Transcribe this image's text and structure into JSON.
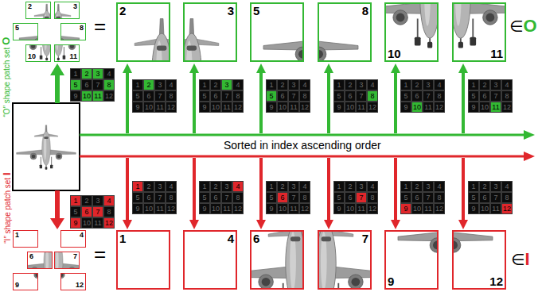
{
  "diagram": {
    "nodes": [
      {
        "text": [
          "2"
        ]
      },
      {
        "text": [
          "3"
        ]
      },
      {
        "text": [
          "5"
        ]
      },
      {
        "text": [
          "8"
        ]
      },
      {
        "text": [
          "10"
        ]
      },
      {
        "text": [
          "11"
        ]
      },
      {
        "text": [
          "2"
        ]
      },
      {
        "text": [
          "3"
        ]
      },
      {
        "text": [
          "5"
        ]
      },
      {
        "text": [
          "8"
        ]
      },
      {
        "text": [
          "10"
        ]
      },
      {
        "text": [
          "11"
        ]
      },
      {
        "text": [
          "1"
        ]
      },
      {
        "text": [
          "4"
        ]
      },
      {
        "text": [
          "6"
        ]
      },
      {
        "text": [
          "7"
        ]
      },
      {
        "text": [
          "9"
        ]
      },
      {
        "text": [
          "12"
        ]
      },
      {
        "text": [
          "1"
        ]
      },
      {
        "text": [
          "4"
        ]
      },
      {
        "text": [
          "6"
        ]
      },
      {
        "text": [
          "7"
        ]
      },
      {
        "text": [
          "9"
        ]
      },
      {
        "text": [
          "12"
        ]
      }
    ],
    "labels": [
      "“O” shape patch set",
      "O",
      "=",
      "∈",
      "O",
      "Sorted in index ascending order",
      "“I” shape patch set",
      "I",
      "=",
      "∈",
      "I",
      "1",
      "2",
      "3",
      "4",
      "5",
      "6",
      "7",
      "8",
      "9",
      "10",
      "11",
      "12",
      "1",
      "2",
      "3",
      "4",
      "5",
      "6",
      "7",
      "8",
      "9",
      "10",
      "11",
      "12",
      "1",
      "2",
      "3",
      "4",
      "5",
      "6",
      "7",
      "8",
      "9",
      "10",
      "11",
      "12",
      "1",
      "2",
      "3",
      "4",
      "5",
      "6",
      "7",
      "8",
      "9",
      "10",
      "11",
      "12",
      "1",
      "2",
      "3",
      "4",
      "5",
      "6",
      "7",
      "8",
      "9",
      "10",
      "11",
      "12",
      "1",
      "2",
      "3",
      "4",
      "5",
      "6",
      "7",
      "8",
      "9",
      "10",
      "11",
      "12",
      "1",
      "2",
      "3",
      "4",
      "5",
      "6",
      "7",
      "8",
      "9",
      "10",
      "11",
      "12",
      "1",
      "2",
      "3",
      "4",
      "5",
      "6",
      "7",
      "8",
      "9",
      "10",
      "11",
      "12",
      "1",
      "2",
      "3",
      "4",
      "5",
      "6",
      "7",
      "8",
      "9",
      "10",
      "11",
      "12",
      "1",
      "2",
      "3",
      "4",
      "5",
      "6",
      "7",
      "8",
      "9",
      "10",
      "11",
      "12",
      "1",
      "2",
      "3",
      "4",
      "5",
      "6",
      "7",
      "8",
      "9",
      "10",
      "11",
      "12",
      "1",
      "2",
      "3",
      "4",
      "5",
      "6",
      "7",
      "8",
      "9",
      "10",
      "11",
      "12",
      "1",
      "2",
      "3",
      "4",
      "5",
      "6",
      "7",
      "8",
      "9",
      "10",
      "11",
      "12",
      "1",
      "2",
      "3",
      "4",
      "5",
      "6",
      "7",
      "8",
      "9",
      "10",
      "11",
      "12"
    ]
  }
}
